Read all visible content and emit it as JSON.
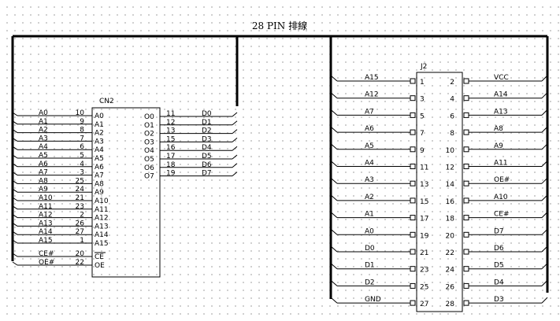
{
  "bus_title": "28 PIN 排線",
  "cn2": {
    "ref": "CN2",
    "inputs": [
      {
        "net": "A0",
        "pin": "10",
        "name": "A0"
      },
      {
        "net": "A1",
        "pin": "9",
        "name": "A1"
      },
      {
        "net": "A2",
        "pin": "8",
        "name": "A2"
      },
      {
        "net": "A3",
        "pin": "7",
        "name": "A3"
      },
      {
        "net": "A4",
        "pin": "6",
        "name": "A4"
      },
      {
        "net": "A5",
        "pin": "5",
        "name": "A5"
      },
      {
        "net": "A6",
        "pin": "4",
        "name": "A6"
      },
      {
        "net": "A7",
        "pin": "3",
        "name": "A7"
      },
      {
        "net": "A8",
        "pin": "25",
        "name": "A8"
      },
      {
        "net": "A9",
        "pin": "24",
        "name": "A9"
      },
      {
        "net": "A10",
        "pin": "21",
        "name": "A10"
      },
      {
        "net": "A11",
        "pin": "23",
        "name": "A11"
      },
      {
        "net": "A12",
        "pin": "2",
        "name": "A12"
      },
      {
        "net": "A13",
        "pin": "26",
        "name": "A13"
      },
      {
        "net": "A14",
        "pin": "27",
        "name": "A14"
      },
      {
        "net": "A15",
        "pin": "1",
        "name": "A15"
      }
    ],
    "controls": [
      {
        "net": "CE#",
        "pin": "20",
        "name": "CE",
        "overbar": true
      },
      {
        "net": "OE#",
        "pin": "22",
        "name": "OE",
        "overbar": false
      }
    ],
    "outputs": [
      {
        "name": "O0",
        "pin": "11",
        "net": "D0"
      },
      {
        "name": "O1",
        "pin": "12",
        "net": "D1"
      },
      {
        "name": "O2",
        "pin": "13",
        "net": "D2"
      },
      {
        "name": "O3",
        "pin": "15",
        "net": "D3"
      },
      {
        "name": "O4",
        "pin": "16",
        "net": "D4"
      },
      {
        "name": "O5",
        "pin": "17",
        "net": "D5"
      },
      {
        "name": "O6",
        "pin": "18",
        "net": "D6"
      },
      {
        "name": "O7",
        "pin": "19",
        "net": "D7"
      }
    ]
  },
  "j2": {
    "ref": "J2",
    "rows": [
      {
        "left_net": "A15",
        "left_pin": "1",
        "right_pin": "2",
        "right_net": "VCC"
      },
      {
        "left_net": "A12",
        "left_pin": "3",
        "right_pin": "4",
        "right_net": "A14"
      },
      {
        "left_net": "A7",
        "left_pin": "5",
        "right_pin": "6",
        "right_net": "A13"
      },
      {
        "left_net": "A6",
        "left_pin": "7",
        "right_pin": "8",
        "right_net": "A8"
      },
      {
        "left_net": "A5",
        "left_pin": "9",
        "right_pin": "10",
        "right_net": "A9"
      },
      {
        "left_net": "A4",
        "left_pin": "11",
        "right_pin": "12",
        "right_net": "A11"
      },
      {
        "left_net": "A3",
        "left_pin": "13",
        "right_pin": "14",
        "right_net": "OE#"
      },
      {
        "left_net": "A2",
        "left_pin": "15",
        "right_pin": "16",
        "right_net": "A10"
      },
      {
        "left_net": "A1",
        "left_pin": "17",
        "right_pin": "18",
        "right_net": "CE#"
      },
      {
        "left_net": "A0",
        "left_pin": "19",
        "right_pin": "20",
        "right_net": "D7"
      },
      {
        "left_net": "D0",
        "left_pin": "21",
        "right_pin": "22",
        "right_net": "D6"
      },
      {
        "left_net": "D1",
        "left_pin": "23",
        "right_pin": "24",
        "right_net": "D5"
      },
      {
        "left_net": "D2",
        "left_pin": "25",
        "right_pin": "26",
        "right_net": "D4"
      },
      {
        "left_net": "GND",
        "left_pin": "27",
        "right_pin": "28",
        "right_net": "D3"
      }
    ]
  },
  "colors": {
    "line": "#000000",
    "grid_dot": "#c4c4c4",
    "background": "#ffffff"
  }
}
